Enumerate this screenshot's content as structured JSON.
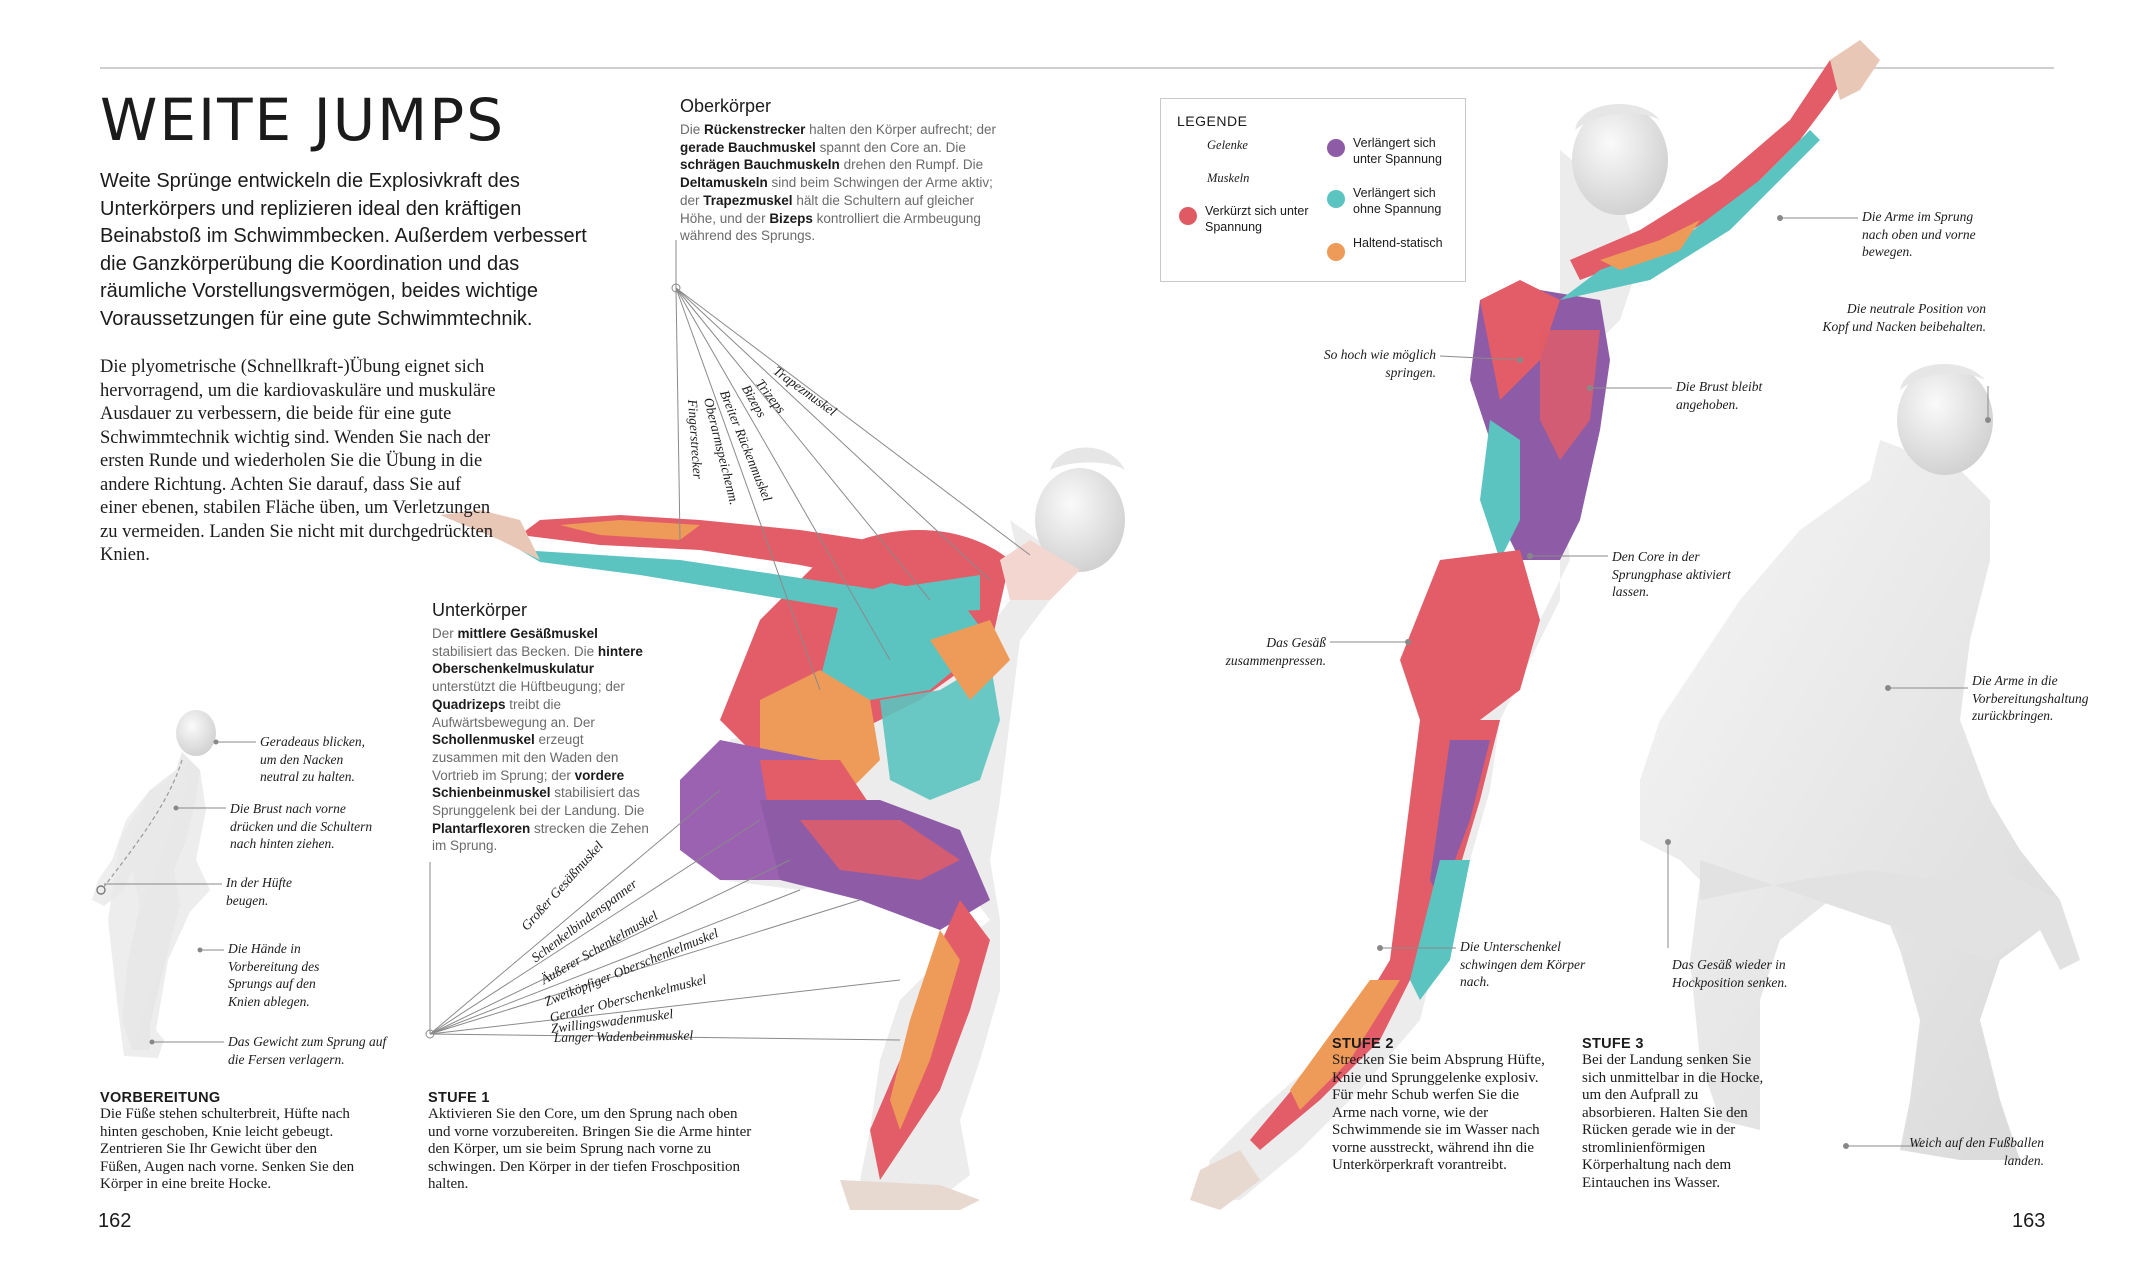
{
  "page": {
    "title": "WEITE JUMPS",
    "intro": "Weite Sprünge entwickeln die Explosivkraft des Unterkörpers und replizieren ideal den kräftigen Beinabstoß im Schwimmbecken. Außerdem verbessert die Ganzkörperübung die Koordination und das räumliche Vorstellungsvermögen, beides wichtige Voraussetzungen für eine gute Schwimmtechnik.",
    "body": "Die plyometrische (Schnellkraft-)Übung eignet sich hervorragend, um die kardiovaskuläre und muskuläre Ausdauer zu verbessern, die beide für eine gute Schwimmtechnik wichtig sind. Wenden Sie nach der ersten Runde und wiederholen Sie die Übung in die andere Richtung. Achten Sie darauf, dass Sie auf einer ebenen, stabilen Fläche üben, um Verletzungen zu vermeiden. Landen Sie nicht mit durchgedrückten Knien.",
    "page_left": "162",
    "page_right": "163"
  },
  "upper_body": {
    "heading": "Oberkörper",
    "parts": [
      {
        "t": "Die ",
        "b": false
      },
      {
        "t": "Rückenstrecker",
        "b": true
      },
      {
        "t": " halten den Körper aufrecht; der ",
        "b": false
      },
      {
        "t": "gerade Bauchmuskel",
        "b": true
      },
      {
        "t": " spannt den Core an. Die ",
        "b": false
      },
      {
        "t": "schrägen Bauchmuskeln",
        "b": true
      },
      {
        "t": " drehen den Rumpf. Die ",
        "b": false
      },
      {
        "t": "Deltamuskeln",
        "b": true
      },
      {
        "t": " sind beim Schwingen der Arme aktiv; der ",
        "b": false
      },
      {
        "t": "Trapezmuskel",
        "b": true
      },
      {
        "t": " hält die Schultern auf gleicher Höhe, und der ",
        "b": false
      },
      {
        "t": "Bizeps",
        "b": true
      },
      {
        "t": " kontrolliert die Armbeugung während des Sprungs.",
        "b": false
      }
    ]
  },
  "lower_body": {
    "heading": "Unterkörper",
    "parts": [
      {
        "t": "Der ",
        "b": false
      },
      {
        "t": "mittlere Gesäßmuskel",
        "b": true
      },
      {
        "t": " stabilisiert das Becken. Die ",
        "b": false
      },
      {
        "t": "hintere Oberschenkelmuskulatur",
        "b": true
      },
      {
        "t": " unterstützt die Hüftbeugung; der ",
        "b": false
      },
      {
        "t": "Quadrizeps",
        "b": true
      },
      {
        "t": " treibt die Aufwärtsbewegung an. Der ",
        "b": false
      },
      {
        "t": "Schollenmuskel",
        "b": true
      },
      {
        "t": " erzeugt zusammen mit den Waden den Vortrieb im Sprung; der ",
        "b": false
      },
      {
        "t": "vordere Schienbeinmuskel",
        "b": true
      },
      {
        "t": " stabilisiert das Sprunggelenk bei der Landung. Die ",
        "b": false
      },
      {
        "t": "Plantarflexoren",
        "b": true
      },
      {
        "t": " strecken die Zehen im Sprung.",
        "b": false
      }
    ]
  },
  "legend": {
    "title": "LEGENDE",
    "gelenke": "Gelenke",
    "muskeln": "Muskeln",
    "shortened": "Verkürzt sich unter Spannung",
    "lengthened_tension": "Verlängert sich unter Spannung",
    "lengthened_no_tension": "Verlängert sich ohne Spannung",
    "static": "Haltend-statisch",
    "colors": {
      "shortened": "#e05a64",
      "lengthened_tension": "#8e5ca6",
      "lengthened_no_tension": "#5cc4c0",
      "static": "#ee9a58"
    }
  },
  "upper_muscles": [
    "Trapezmuskel",
    "Trizeps",
    "Bizeps",
    "Breiter Rückenmuskel",
    "Oberarmspeichenm.",
    "Fingerstrecker"
  ],
  "lower_muscles": [
    "Großer Gesäßmuskel",
    "Schenkelbindenspanner",
    "Äußerer Schenkelmuskel",
    "Zweiköpfiger Oberschenkelmuskel",
    "Gerader Oberschenkelmuskel",
    "Zwillingswadenmuskel",
    "Langer Wadenbeinmuskel"
  ],
  "prep_notes": [
    "Geradeaus blicken, um den Nacken neutral zu halten.",
    "Die Brust nach vorne drücken und die Schultern nach hinten ziehen.",
    "In der Hüfte beugen.",
    "Die Hände in Vorbereitung des Sprungs auf den Knien ablegen.",
    "Das Gewicht zum Sprung auf die Fersen verlagern."
  ],
  "stage2_notes": {
    "arms": "Die Arme im Sprung nach oben und vorne bewegen.",
    "high": "So hoch wie möglich springen.",
    "chest": "Die Brust bleibt angehoben.",
    "core": "Den Core in der Sprungphase aktiviert lassen.",
    "glutes": "Das Gesäß zusammenpressen.",
    "legs": "Die Unterschenkel schwingen dem Körper nach."
  },
  "stage3_notes": {
    "head": "Die neutrale Position von Kopf und Nacken beibehalten.",
    "arms": "Die Arme in die Vorbereitungshaltung zurückbringen.",
    "glutes": "Das Gesäß wieder in Hockposition senken.",
    "feet": "Weich auf den Fußballen landen."
  },
  "steps": {
    "prep": {
      "heading": "VORBEREITUNG",
      "text": "Die Füße stehen schulterbreit, Hüfte nach hinten geschoben, Knie leicht gebeugt. Zentrieren Sie Ihr Gewicht über den Füßen, Augen nach vorne. Senken Sie den Körper in eine breite Hocke."
    },
    "s1": {
      "heading": "STUFE 1",
      "text": "Aktivieren Sie den Core, um den Sprung nach oben und vorne vorzubereiten. Bringen Sie die Arme hinter den Körper, um sie beim Sprung nach vorne zu schwingen. Den Körper in der tiefen Froschposition halten."
    },
    "s2": {
      "heading": "STUFE 2",
      "text": "Strecken Sie beim Absprung Hüfte, Knie und Sprunggelenke explosiv. Für mehr Schub werfen Sie die Arme nach vorne, wie der Schwimmende sie im Wasser nach vorne ausstreckt, während ihn die Unterkörperkraft vorantreibt."
    },
    "s3": {
      "heading": "STUFE 3",
      "text": "Bei der Landung senken Sie sich unmittelbar in die Hocke, um den Aufprall zu absorbieren. Halten Sie den Rücken gerade wie in der stromlinienförmigen Körperhaltung nach dem Eintauchen ins Wasser."
    }
  }
}
